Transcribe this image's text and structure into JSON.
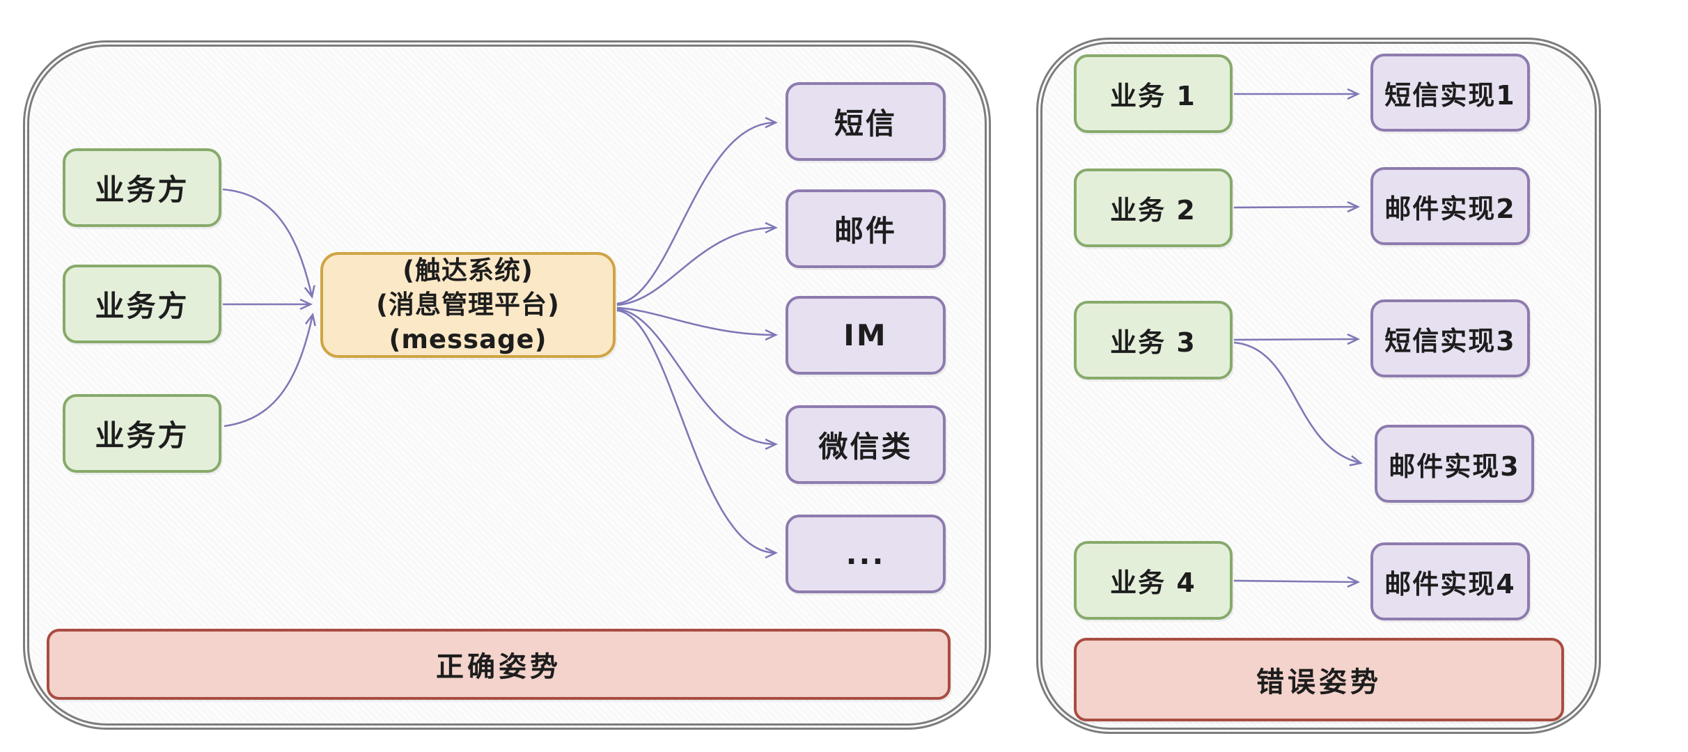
{
  "left": {
    "banner": "正确姿势",
    "sources": [
      "业务方",
      "业务方",
      "业务方"
    ],
    "hub_lines": [
      "(触达系统)",
      "(消息管理平台)",
      "(message)"
    ],
    "channels": [
      "短信",
      "邮件",
      "IM",
      "微信类",
      "..."
    ]
  },
  "right": {
    "banner": "错误姿势",
    "services": [
      "业务 1",
      "业务 2",
      "业务 3",
      "业务 4"
    ],
    "implementations": [
      "短信实现1",
      "邮件实现2",
      "短信实现3",
      "邮件实现3",
      "邮件实现4"
    ]
  },
  "edges": {
    "left": [
      {
        "from": "业务方 (1)",
        "to": "消息管理平台"
      },
      {
        "from": "业务方 (2)",
        "to": "消息管理平台"
      },
      {
        "from": "业务方 (3)",
        "to": "消息管理平台"
      },
      {
        "from": "消息管理平台",
        "to": "短信"
      },
      {
        "from": "消息管理平台",
        "to": "邮件"
      },
      {
        "from": "消息管理平台",
        "to": "IM"
      },
      {
        "from": "消息管理平台",
        "to": "微信类"
      },
      {
        "from": "消息管理平台",
        "to": "..."
      }
    ],
    "right": [
      {
        "from": "业务 1",
        "to": "短信实现1"
      },
      {
        "from": "业务 2",
        "to": "邮件实现2"
      },
      {
        "from": "业务 3",
        "to": "短信实现3"
      },
      {
        "from": "业务 3",
        "to": "邮件实现3"
      },
      {
        "from": "业务 4",
        "to": "邮件实现4"
      }
    ]
  },
  "colors": {
    "source_fill": "#e4efda",
    "source_border": "#87aa6b",
    "channel_fill": "#e7e0f0",
    "channel_border": "#8d7bae",
    "hub_fill": "#fbe8c6",
    "hub_border": "#cfa444",
    "banner_fill": "#f3d3cb",
    "banner_border": "#a94c42",
    "connector": "#7e78b6",
    "panel_border": "#7c7c7c"
  }
}
